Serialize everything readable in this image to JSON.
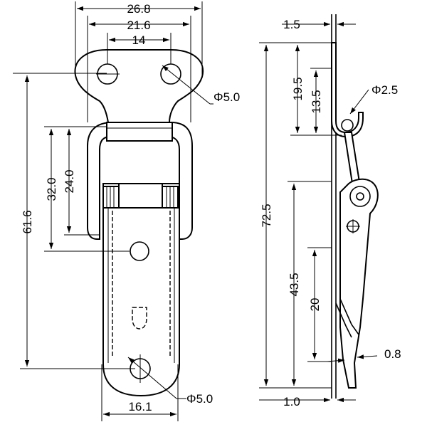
{
  "front_view": {
    "width_overall": "26.8",
    "hole_spacing_outer": "21.6",
    "hole_spacing_inner": "14",
    "mount_hole_dia": "Φ5.0",
    "bottom_hole_dia": "Φ5.0",
    "hook_height": "32.0",
    "hook_inner_height": "24.0",
    "total_height": "61.6",
    "bottom_width": "16.1"
  },
  "side_view": {
    "plate_thickness_top": "1.5",
    "hook_depth": "19.5",
    "hook_inner_depth": "13.5",
    "pin_dia": "Φ2.5",
    "overall_height": "72.5",
    "lever_height": "43.5",
    "lever_lower_height": "20",
    "spring_thickness": "0.8",
    "base_thickness": "1.0"
  }
}
